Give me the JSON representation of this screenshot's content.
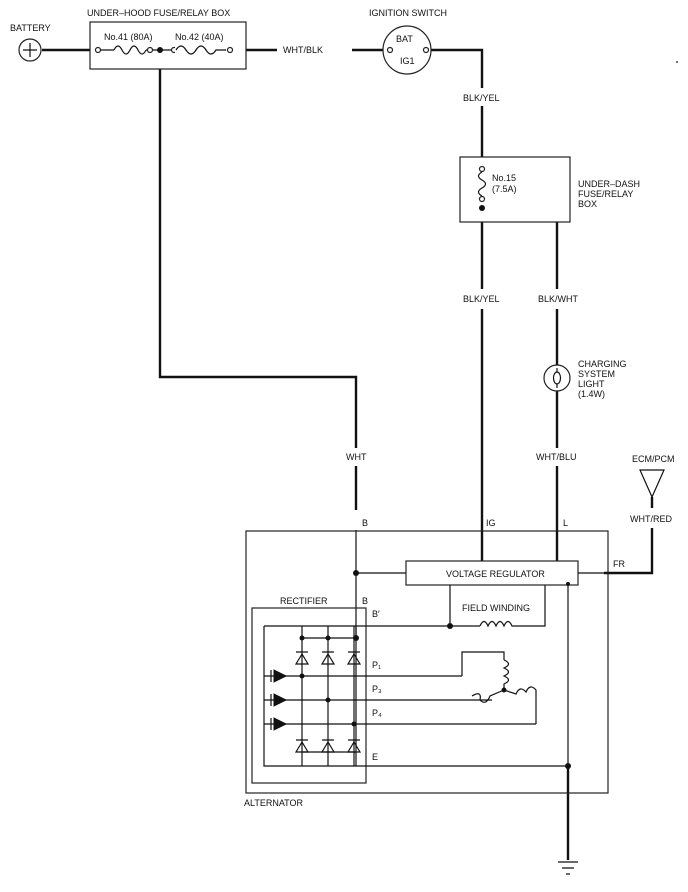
{
  "labels": {
    "battery": "BATTERY",
    "under_hood_box": "UNDER–HOOD FUSE/RELAY BOX",
    "fuse41": "No.41 (80A)",
    "fuse42": "No.42 (40A)",
    "ignition_switch": "IGNITION SWITCH",
    "bat": "BAT",
    "ig1": "IG1",
    "wht_blk": "WHT/BLK",
    "blk_yel_top": "BLK/YEL",
    "fuse15_a": "No.15",
    "fuse15_b": "(7.5A)",
    "under_dash_1": "UNDER–DASH",
    "under_dash_2": "FUSE/RELAY",
    "under_dash_3": "BOX",
    "blk_yel_mid": "BLK/YEL",
    "blk_wht": "BLK/WHT",
    "charging_1": "CHARGING",
    "charging_2": "SYSTEM",
    "charging_3": "LIGHT",
    "charging_4": "(1.4W)",
    "wht": "WHT",
    "wht_blu": "WHT/BLU",
    "ecm_pcm": "ECM/PCM",
    "wht_red": "WHT/RED",
    "term_b": "B",
    "term_ig": "IG",
    "term_l": "L",
    "term_fr": "FR",
    "voltage_regulator": "VOLTAGE REGULATOR",
    "rectifier": "RECTIFIER",
    "term_b_prime": "B′",
    "field_winding": "FIELD WINDING",
    "p1": "P₁",
    "p3": "P₃",
    "p4": "P₄",
    "term_e": "E",
    "alternator": "ALTERNATOR",
    "term_b_inner": "B"
  }
}
